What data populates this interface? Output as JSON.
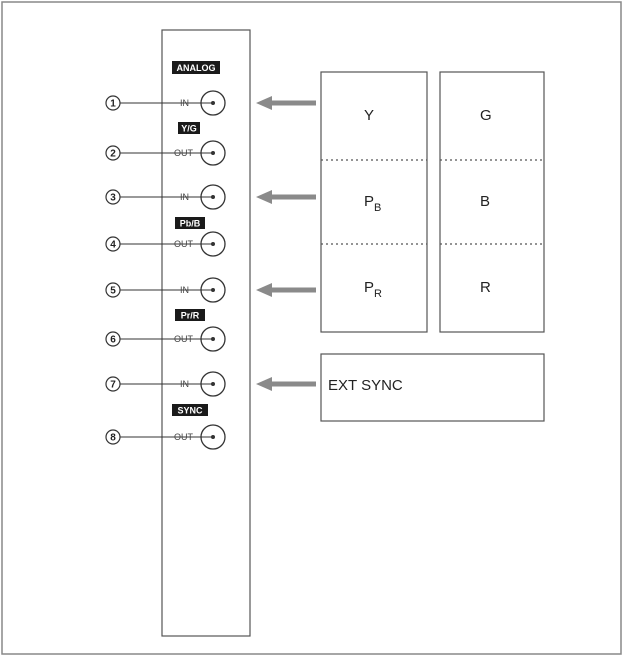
{
  "panel": {
    "group_labels": [
      "ANALOG",
      "Y/G",
      "Pb/B",
      "Pr/R",
      "SYNC"
    ]
  },
  "connectors": [
    {
      "num": "1",
      "port": "IN"
    },
    {
      "num": "2",
      "port": "OUT"
    },
    {
      "num": "3",
      "port": "IN"
    },
    {
      "num": "4",
      "port": "OUT"
    },
    {
      "num": "5",
      "port": "IN"
    },
    {
      "num": "6",
      "port": "OUT"
    },
    {
      "num": "7",
      "port": "IN"
    },
    {
      "num": "8",
      "port": "OUT"
    }
  ],
  "signals": {
    "col1": [
      {
        "base": "Y",
        "sub": ""
      },
      {
        "base": "P",
        "sub": "B"
      },
      {
        "base": "P",
        "sub": "R"
      }
    ],
    "col2": [
      "G",
      "B",
      "R"
    ],
    "sync": "EXT SYNC"
  },
  "colors": {
    "frame": "#888888",
    "panel_border": "#555555",
    "arrow": "#8a8a8a",
    "label_bg": "#1a1a1a",
    "line": "#333333"
  }
}
